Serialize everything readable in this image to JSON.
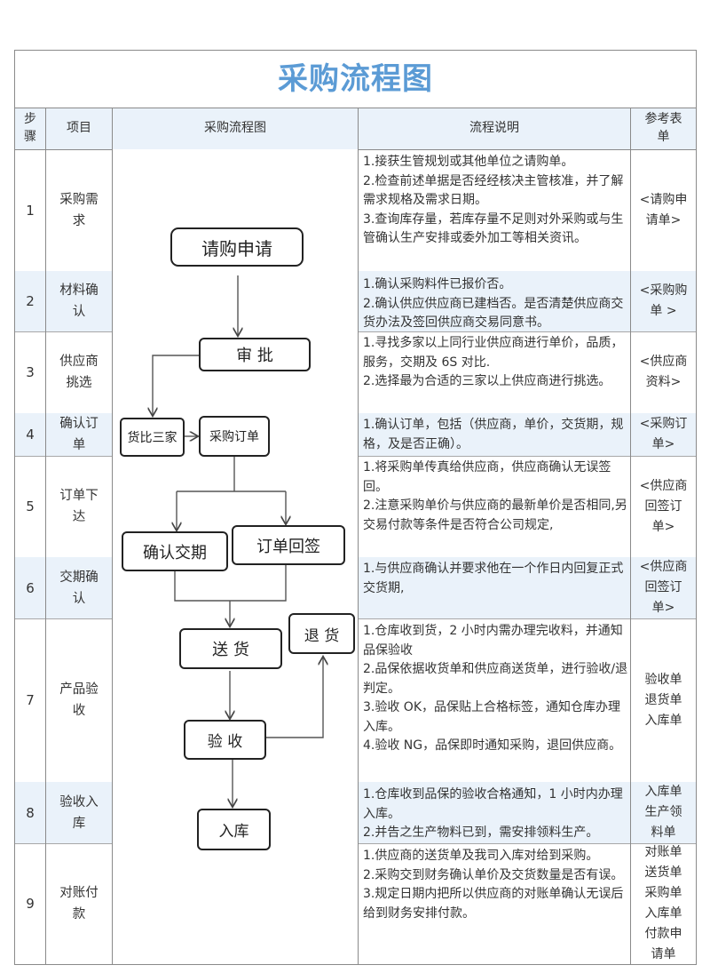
{
  "title": "采购流程图",
  "headers": {
    "step": "步\n骤",
    "item": "项目",
    "flowchart": "采购流程图",
    "description": "流程说明",
    "reference": "参考表\n单"
  },
  "rows": [
    {
      "num": "1",
      "item": "采购需\n求",
      "desc": "1.接获生管规划或其他单位之请购单。\n2.检查前述单据是否经经核决主管核准，并了解需求规格及需求日期。\n3.查询库存量，若库存量不足则对外采购或与生管确认生产安排或委外加工等相关资讯。",
      "ref": "<请购申\n请单>"
    },
    {
      "num": "2",
      "item": "材料确\n认",
      "desc": "1.确认采购料件已报价否。\n2.确认供应供应商已建档否。是否清楚供应商交货办法及签回供应商交易同意书。",
      "ref": "<采购购\n单 >"
    },
    {
      "num": "3",
      "item": "供应商\n挑选",
      "desc": "1.寻找多家以上同行业供应商进行单价，品质，服务，交期及 6S 对比.\n2.选择最为合适的三家以上供应商进行挑选。",
      "ref": "<供应商\n资料>"
    },
    {
      "num": "4",
      "item": "确认订\n单",
      "desc": "1.确认订单，包括（供应商，单价，交货期，规格，及是否正确）。",
      "ref": "<采购订\n单>"
    },
    {
      "num": "5",
      "item": "订单下\n达",
      "desc": "1.将采购单传真给供应商，供应商确认无误签回。\n2.注意采购单价与供应商的最新单价是否相同,另交易付款等条件是否符合公司规定,",
      "ref": "<供应商\n回签订\n单>"
    },
    {
      "num": "6",
      "item": "交期确\n认",
      "desc": "1.与供应商确认并要求他在一个作日内回复正式交货期,",
      "ref": "<供应商\n回签订\n单>"
    },
    {
      "num": "7",
      "item": "产品验\n收",
      "desc": "1.仓库收到货，2 小时内需办理完收料，并通知品保验收\n2.品保依据收货单和供应商送货单，进行验收/退判定。\n3.验收 OK，品保贴上合格标签，通知仓库办理入库。\n4.验收 NG，品保即时通知采购，退回供应商。",
      "ref": "验收单\n退货单\n入库单"
    },
    {
      "num": "8",
      "item": "验收入\n库",
      "desc": "1.仓库收到品保的验收合格通知，1 小时内办理入库。\n2.并告之生产物料已到，需安排领料生产。",
      "ref": "入库单\n生产领\n料单"
    },
    {
      "num": "9",
      "item": "对账付\n款",
      "desc": "1.供应商的送货单及我司入库对给到采购。\n2.采购交到财务确认单价及交货数量是否有误。\n3.规定日期内把所以供应商的对账单确认无误后给到财务安排付款。",
      "ref": "对账单\n送货单\n采购单\n入库单\n付款申\n请单"
    }
  ],
  "flow": {
    "request": "请购申请",
    "approve": "审  批",
    "compare": "货比三家",
    "purchase_order": "采购订单",
    "confirm_delivery": "确认交期",
    "order_return": "订单回签",
    "deliver": "送  货",
    "return_goods": "退  货",
    "inspect": "验  收",
    "warehouse": "入库"
  },
  "colors": {
    "title": "#5b9bd5",
    "alt_row": "#eaf2fa",
    "border": "#8a8a8a"
  }
}
